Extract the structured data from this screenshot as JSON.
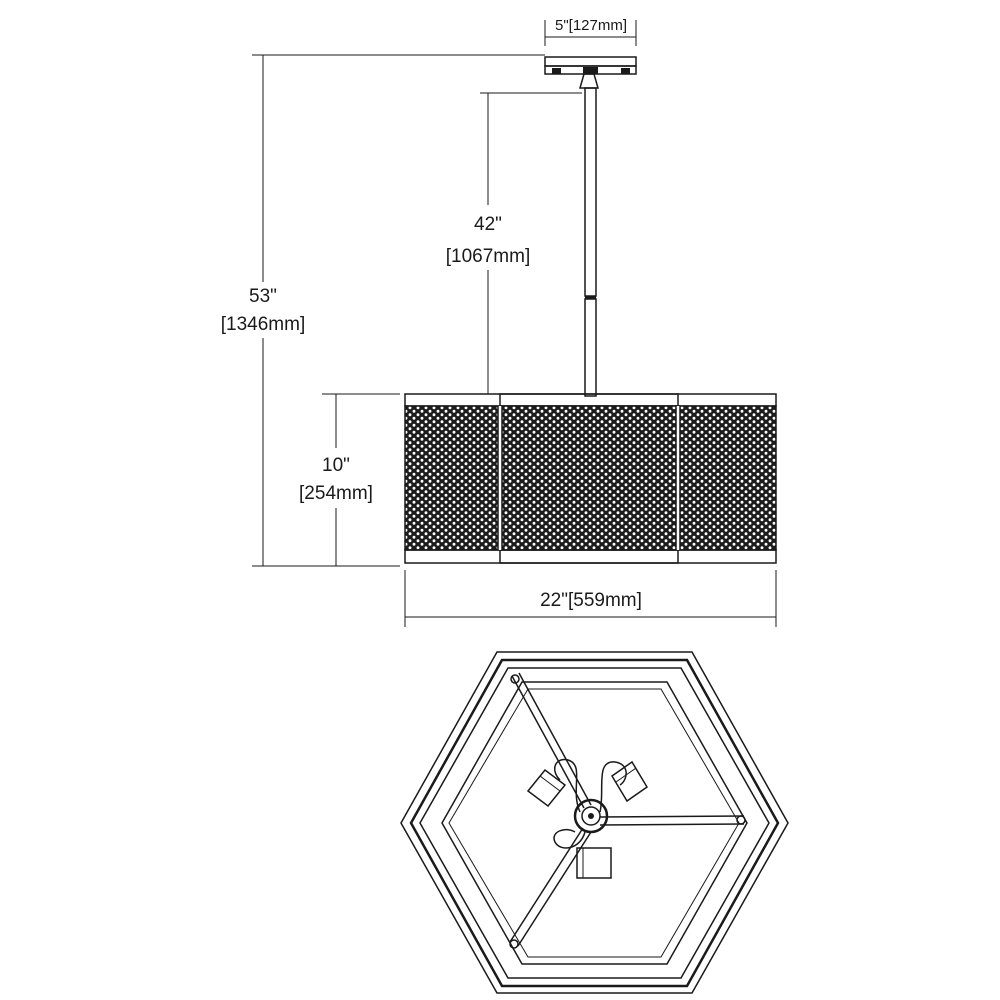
{
  "dimensions": {
    "canopy_width": "5\"[127mm]",
    "overall_height_in": "53\"",
    "overall_height_mm": "[1346mm]",
    "rod_length_in": "42\"",
    "rod_length_mm": "[1067mm]",
    "shade_height_in": "10\"",
    "shade_height_mm": "[254mm]",
    "shade_width": "22\"[559mm]"
  }
}
